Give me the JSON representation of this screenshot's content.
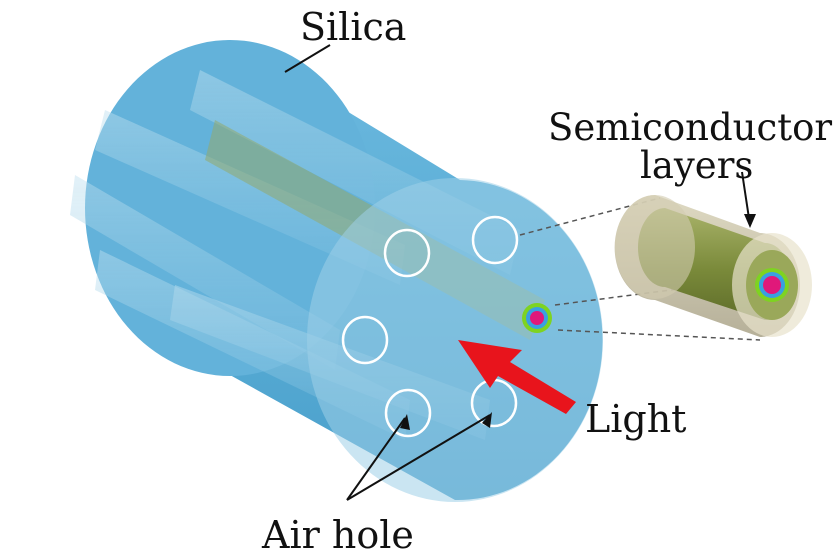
{
  "labels": {
    "silica": "Silica",
    "semiconductor_line1": "Semiconductor",
    "semiconductor_line2": "layers",
    "light": "Light",
    "air_hole": "Air hole"
  },
  "colors": {
    "silica": "#5aaed6",
    "silica_face": "#9fd0e8",
    "air_hole_rim": "#ffffff",
    "semiconductor_core": "#7a8a3a",
    "ring_green": "#7ed321",
    "ring_blue": "#3aa0e0",
    "ring_magenta": "#e0187a",
    "light_arrow": "#e8141c",
    "cladding_shell": "#c9c1a0"
  },
  "icons": {
    "light_arrow": "arrow-icon"
  }
}
